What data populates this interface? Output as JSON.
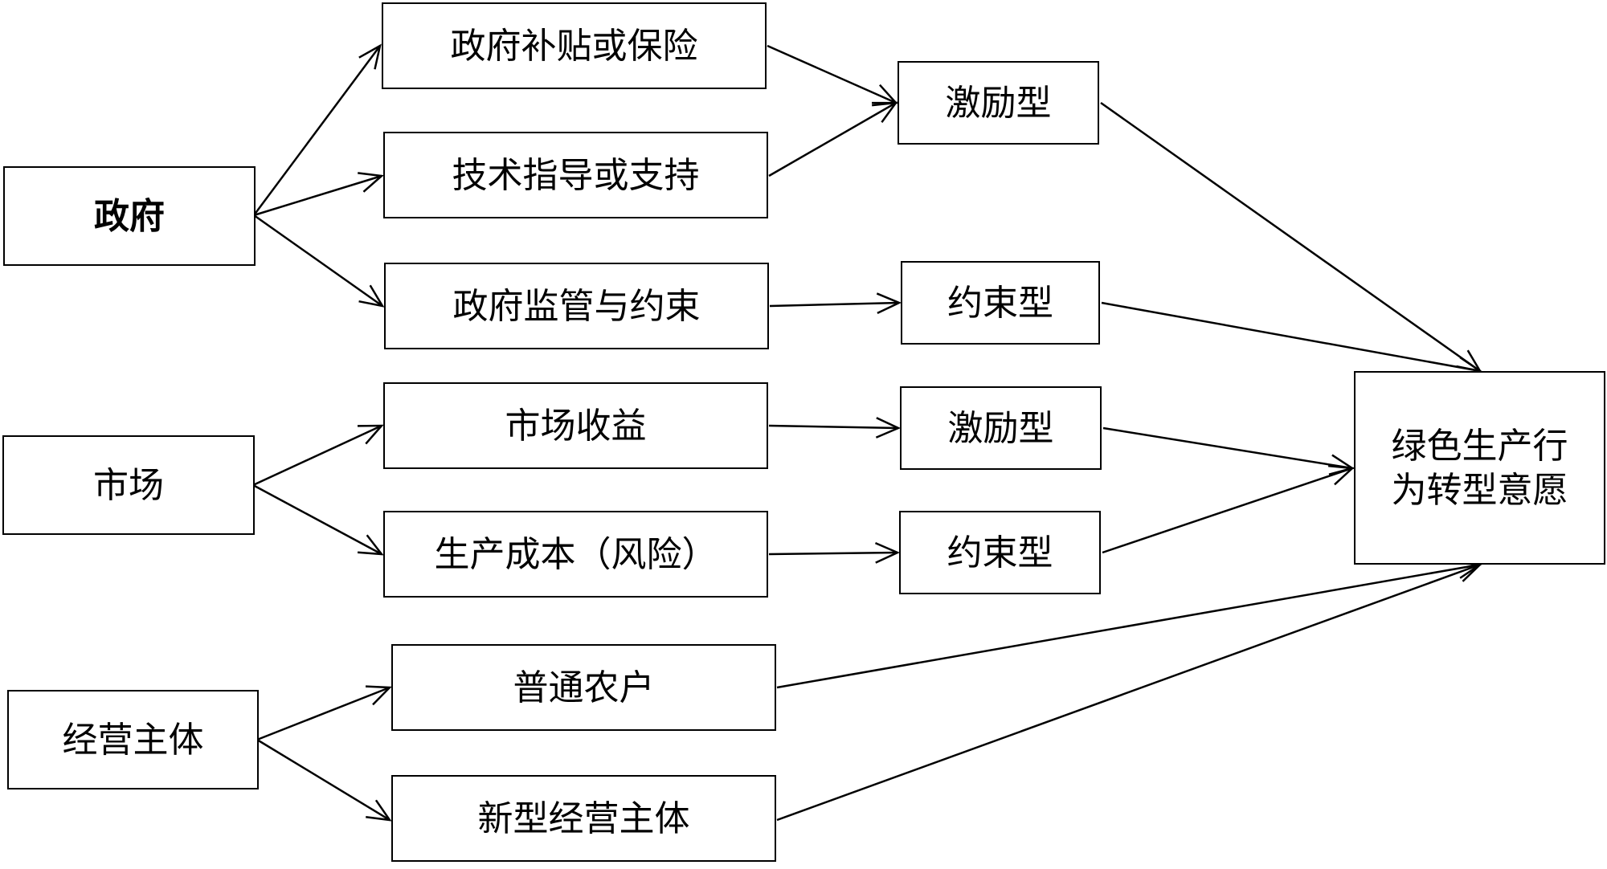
{
  "nodes": {
    "government": "政府",
    "market": "市场",
    "operating_entity": "经营主体",
    "subsidy_insurance": "政府补贴或保险",
    "tech_support": "技术指导或支持",
    "regulation": "政府监管与约束",
    "market_revenue": "市场收益",
    "production_cost": "生产成本（风险）",
    "ordinary_farmer": "普通农户",
    "new_entity": "新型经营主体",
    "incentive_type_1": "激励型",
    "constraint_type_1": "约束型",
    "incentive_type_2": "激励型",
    "constraint_type_2": "约束型",
    "target": "绿色生产行\n为转型意愿"
  },
  "edges": [
    [
      "government",
      "subsidy_insurance"
    ],
    [
      "government",
      "tech_support"
    ],
    [
      "government",
      "regulation"
    ],
    [
      "market",
      "market_revenue"
    ],
    [
      "market",
      "production_cost"
    ],
    [
      "operating_entity",
      "ordinary_farmer"
    ],
    [
      "operating_entity",
      "new_entity"
    ],
    [
      "subsidy_insurance",
      "incentive_type_1"
    ],
    [
      "tech_support",
      "incentive_type_1"
    ],
    [
      "regulation",
      "constraint_type_1"
    ],
    [
      "market_revenue",
      "incentive_type_2"
    ],
    [
      "production_cost",
      "constraint_type_2"
    ],
    [
      "incentive_type_1",
      "target"
    ],
    [
      "constraint_type_1",
      "target"
    ],
    [
      "incentive_type_2",
      "target"
    ],
    [
      "constraint_type_2",
      "target"
    ],
    [
      "ordinary_farmer",
      "target"
    ],
    [
      "new_entity",
      "target"
    ]
  ],
  "colors": {
    "stroke": "#000000",
    "background": "#ffffff"
  }
}
